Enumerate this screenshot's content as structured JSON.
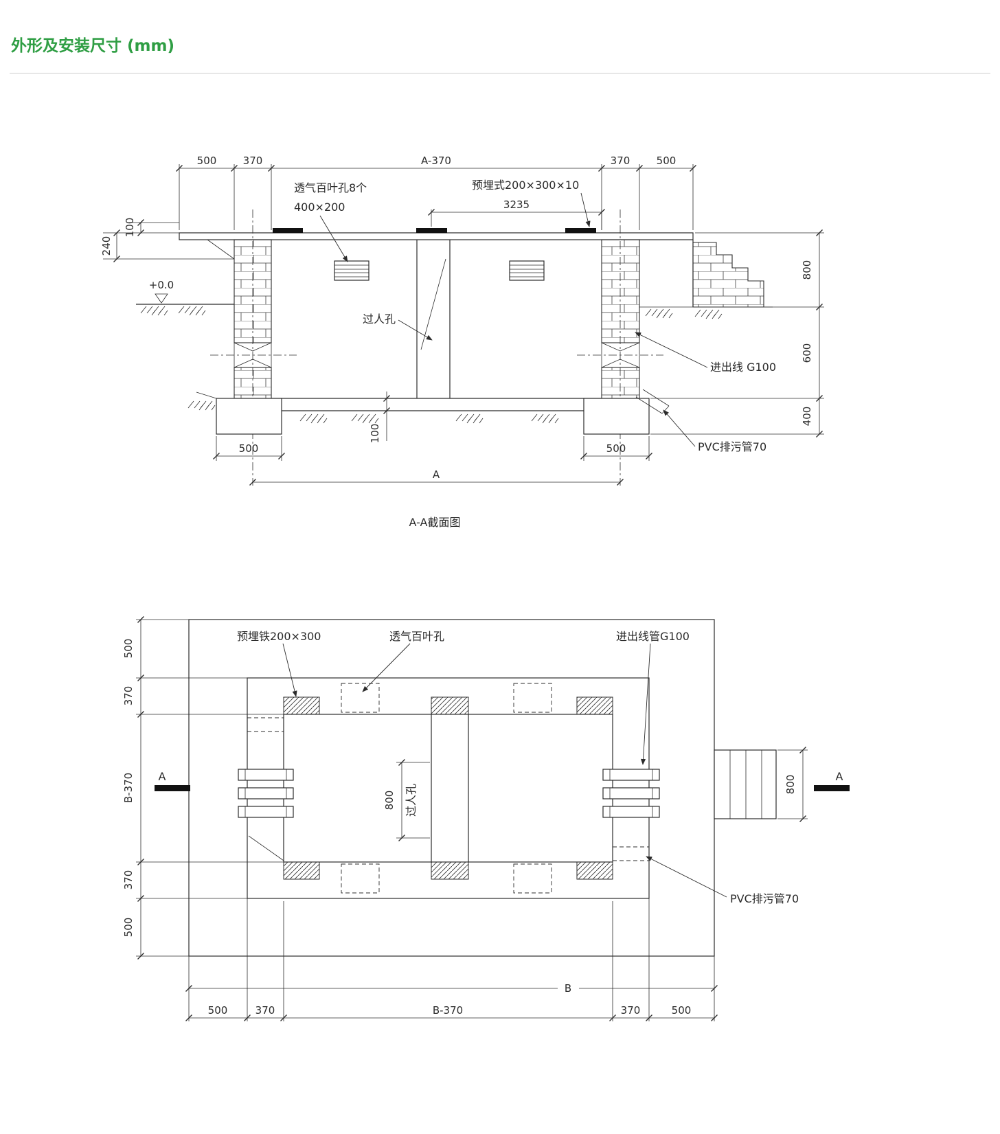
{
  "colors": {
    "title_green": "#2f9e44",
    "ink": "#2b2b2b"
  },
  "page": {
    "title": "外形及安装尺寸 (mm)"
  },
  "section": {
    "caption": "A-A截面图",
    "top_dims": [
      "500",
      "370",
      "A-370",
      "370",
      "500"
    ],
    "dim_3235": "3235",
    "dim_roof_100": "100",
    "dim_beam_240": "240",
    "level": "+0.0",
    "right_dims": [
      "800",
      "600",
      "400"
    ],
    "dim_floor_100": "100",
    "footing_dims": [
      "500",
      "500"
    ],
    "overall_dim": "A",
    "labels": {
      "louver1": "透气百叶孔8个",
      "louver2": "400×200",
      "embed": "预埋式200×300×10",
      "manhole": "过人孔",
      "conduit": "进出线 G100",
      "pvc": "PVC排污管70"
    }
  },
  "plan": {
    "left_dims": [
      "500",
      "370",
      "B-370",
      "370",
      "500"
    ],
    "bottom_dims": [
      "500",
      "370",
      "B-370",
      "370",
      "500"
    ],
    "dim_manhole_800": "800",
    "dim_right_800": "800",
    "overall_dim": "B",
    "section_marks": [
      "A",
      "A"
    ],
    "labels": {
      "embed_iron": "预埋铁200×300",
      "louver": "透气百叶孔",
      "conduit": "进出线管G100",
      "manhole": "过人孔",
      "pvc": "PVC排污管70"
    }
  }
}
